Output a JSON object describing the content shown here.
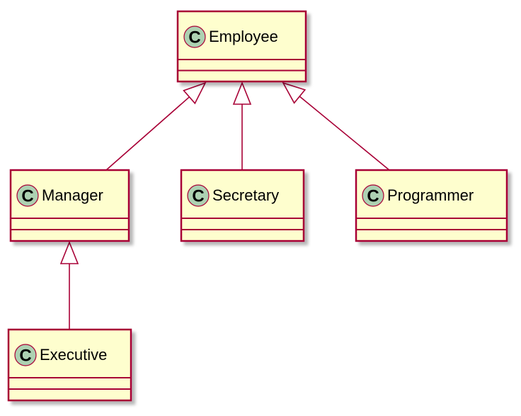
{
  "diagram": {
    "stereotype_letter": "C",
    "colors": {
      "class_fill": "#FEFECE",
      "class_border": "#A80036",
      "circle_fill": "#ADD1B2",
      "edge": "#A80036",
      "shadow": "#C8C8C8"
    },
    "classes": [
      {
        "id": "employee",
        "name": "Employee"
      },
      {
        "id": "manager",
        "name": "Manager"
      },
      {
        "id": "secretary",
        "name": "Secretary"
      },
      {
        "id": "programmer",
        "name": "Programmer"
      },
      {
        "id": "executive",
        "name": "Executive"
      }
    ],
    "relations": [
      {
        "type": "inheritance",
        "child": "manager",
        "parent": "employee"
      },
      {
        "type": "inheritance",
        "child": "secretary",
        "parent": "employee"
      },
      {
        "type": "inheritance",
        "child": "programmer",
        "parent": "employee"
      },
      {
        "type": "inheritance",
        "child": "executive",
        "parent": "manager"
      }
    ]
  }
}
